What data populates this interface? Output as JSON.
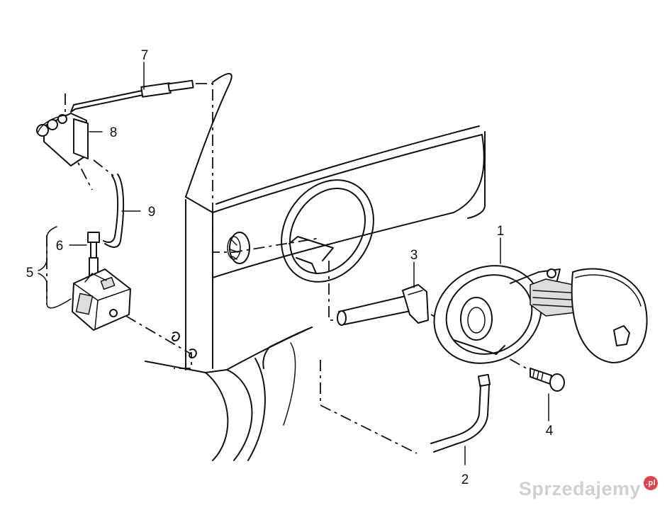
{
  "labels": {
    "p1": "1",
    "p2": "2",
    "p3": "3",
    "p4": "4",
    "p5": "5",
    "p6": "6",
    "p7": "7",
    "p8": "8",
    "p9": "9"
  },
  "watermark": {
    "text": "Sprzedajemy",
    "badge": ".pl",
    "badge_color": "#e0424a"
  }
}
